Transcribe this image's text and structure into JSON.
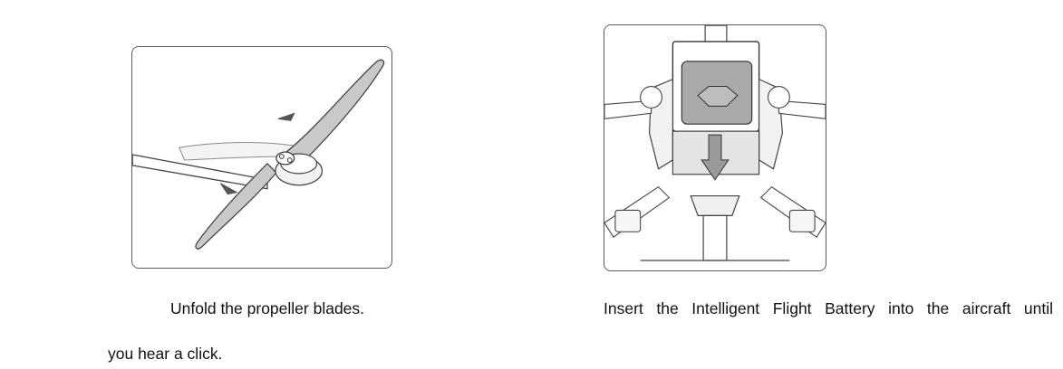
{
  "figures": {
    "propeller": {
      "caption": "Unfold the propeller blades."
    },
    "battery": {
      "caption_line1": "Insert the Intelligent Flight Battery into the aircraft until",
      "caption_line2": "you hear a click."
    }
  }
}
